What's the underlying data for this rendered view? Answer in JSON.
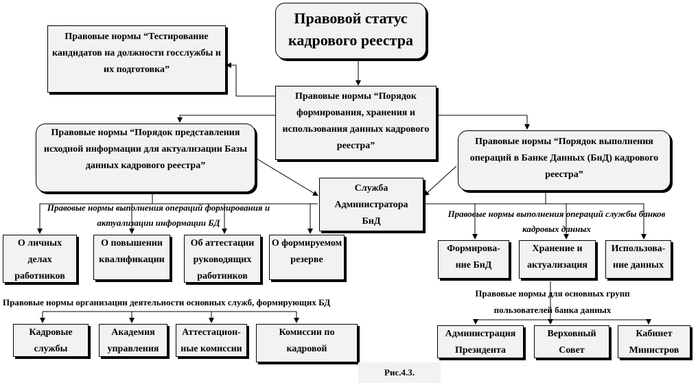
{
  "title": "Правовой статус кадрового реестра",
  "norms_testing": "Правовые нормы  “Тестирование кандидатов  на должности госслужбы и их подготовка”",
  "norms_order": "Правовые нормы  “Порядок формирования,  хранения  и использования  данных кадрового реестра”",
  "norms_submission": "Правовые нормы “Порядок  представления  исходной информации  для  актуализации   Базы данных  кадрового реестра”",
  "norms_operations": "Правовые нормы “Порядок  выполнения  операций  в Банке Данных  (БнД)  кадрового реестра”",
  "service_admin": "Служба Администратора БнД",
  "label_formation_ops": "Правовые нормы выполнения операций формирования и актуализации информации БД",
  "label_service_ops": "Правовые нормы выполнения операций службы банков кадровых данных",
  "label_main_services": "Правовые нормы организации деятельности основных служб, формирующих  БД",
  "label_user_groups": "Правовые нормы для основных групп пользователей банка  данных",
  "left_items": [
    "О личных делах работников",
    "О повышении квалификации",
    "Об аттестации руководящих работников",
    "О формируемом резерве"
  ],
  "service_items": [
    "Формирова-ние БнД",
    "Хранение  и актуализация",
    "Использова-ние  данных"
  ],
  "bottom_left": [
    "Кадровые службы",
    "Академия управления",
    "Аттестацион-ные комиссии",
    "Комиссии  по кадровой политике"
  ],
  "bottom_right": [
    "Администрация Президента",
    "Верховный Совет",
    "Кабинет Министров"
  ],
  "caption": "Рис.4.3."
}
